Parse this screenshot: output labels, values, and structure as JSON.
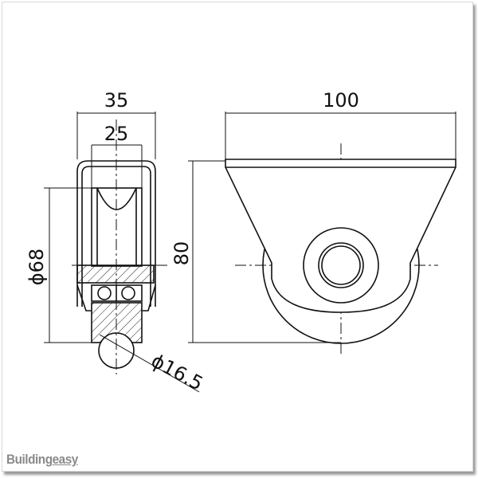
{
  "drawing": {
    "dimensions": {
      "bracket_width": "35",
      "wheel_width": "25",
      "wheel_diameter": "ϕ68",
      "total_height": "80",
      "plate_width": "100",
      "groove_diameter": "ϕ16.5"
    }
  },
  "logo": {
    "text_main": "Building",
    "text_accent": "easy"
  },
  "colors": {
    "line": "#111111",
    "logo": "#8a8a8a"
  }
}
